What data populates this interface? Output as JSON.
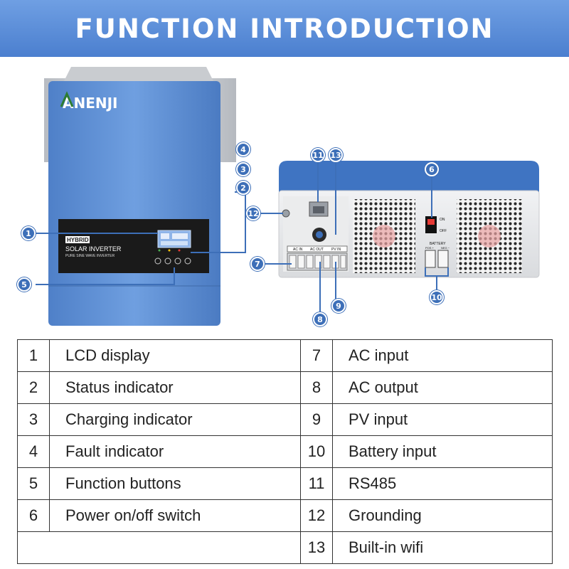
{
  "banner": {
    "title": "FUNCTION INTRODUCTION"
  },
  "device": {
    "brand": "ANENJI",
    "panel_tag": "HYBRID",
    "panel_title": "SOLAR INVERTER",
    "panel_subtitle": "PURE SINE WAVE INVERTER",
    "switch_on": "ON",
    "switch_off": "OFF",
    "battery_label": "BATTERY",
    "battery_pos": "POS +",
    "battery_neg": "NEG −",
    "ac_in_label": "AC IN",
    "ac_out_label": "AC OUT",
    "pv_in_label": "PV IN"
  },
  "callouts": [
    "1",
    "2",
    "3",
    "4",
    "5",
    "6",
    "7",
    "8",
    "9",
    "10",
    "11",
    "12",
    "13"
  ],
  "table": {
    "rows": [
      {
        "left_num": "1",
        "left_label": "LCD display",
        "right_num": "7",
        "right_label": "AC input"
      },
      {
        "left_num": "2",
        "left_label": "Status indicator",
        "right_num": "8",
        "right_label": "AC output"
      },
      {
        "left_num": "3",
        "left_label": "Charging indicator",
        "right_num": "9",
        "right_label": "PV input"
      },
      {
        "left_num": "4",
        "left_label": "Fault indicator",
        "right_num": "10",
        "right_label": "Battery input"
      },
      {
        "left_num": "5",
        "left_label": "Function buttons",
        "right_num": "11",
        "right_label": "RS485"
      },
      {
        "left_num": "6",
        "left_label": "Power on/off switch",
        "right_num": "12",
        "right_label": "Grounding"
      },
      {
        "left_num": "",
        "left_label": "",
        "right_num": "13",
        "right_label": "Built-in wifi"
      }
    ]
  },
  "colors": {
    "banner": "#5a8bd8",
    "device_blue": "#5b8fd6",
    "callout": "#3d6fb8",
    "panel_black": "#1a1a1a"
  }
}
